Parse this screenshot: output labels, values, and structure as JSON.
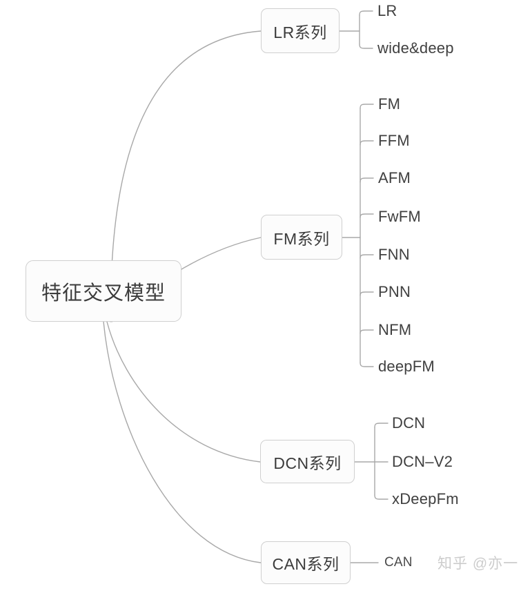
{
  "diagram": {
    "type": "mind-map",
    "root": {
      "label": "特征交叉模型"
    },
    "branches": [
      {
        "id": "lr",
        "label": "LR系列",
        "leaves": [
          {
            "label": "LR"
          },
          {
            "label": "wide&deep"
          }
        ]
      },
      {
        "id": "fm",
        "label": "FM系列",
        "leaves": [
          {
            "label": "FM"
          },
          {
            "label": "FFM"
          },
          {
            "label": "AFM"
          },
          {
            "label": "FwFM"
          },
          {
            "label": "FNN"
          },
          {
            "label": "PNN"
          },
          {
            "label": "NFM"
          },
          {
            "label": "deepFM"
          }
        ]
      },
      {
        "id": "dcn",
        "label": "DCN系列",
        "leaves": [
          {
            "label": "DCN"
          },
          {
            "label": "DCN–V2"
          },
          {
            "label": "xDeepFm"
          }
        ]
      },
      {
        "id": "can",
        "label": "CAN系列",
        "leaves": [
          {
            "label": "CAN"
          }
        ]
      }
    ]
  },
  "watermark": {
    "text": "知乎 @亦一"
  },
  "colors": {
    "background": "#ffffff",
    "node_fill": "#fcfcfc",
    "node_border": "#cfcfcf",
    "edge": "#a8a8a8",
    "text": "#3b3b3b",
    "watermark": "#cccccc"
  }
}
